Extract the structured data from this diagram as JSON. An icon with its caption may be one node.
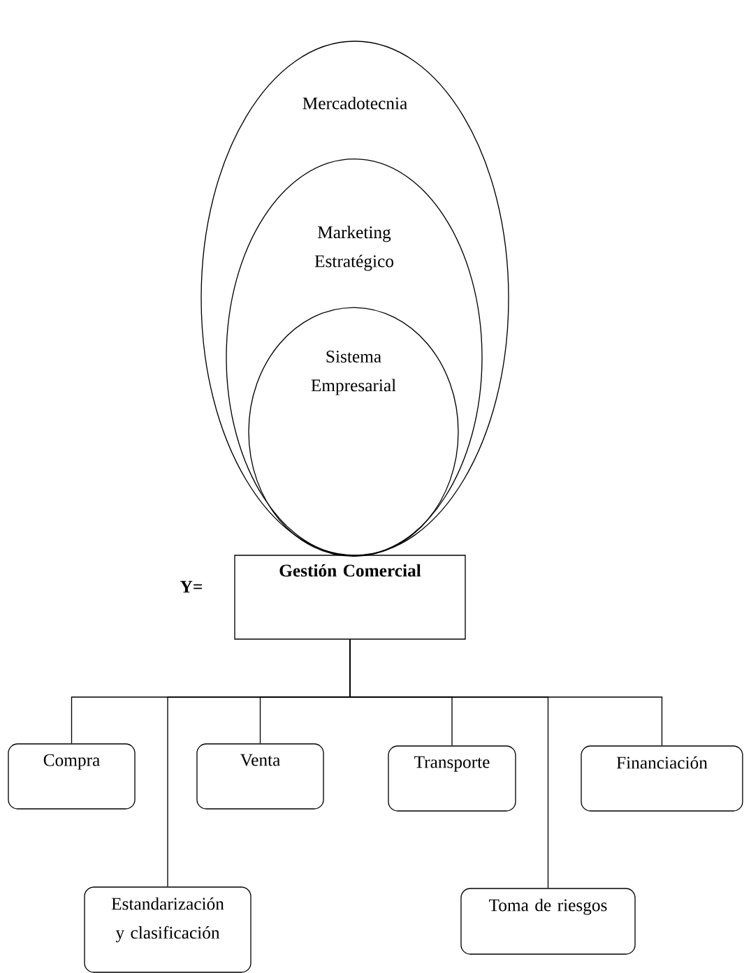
{
  "diagram": {
    "nodes": [
      {
        "text": [
          "Mercadotecnia"
        ]
      },
      {
        "text": [
          "Marketing Estratégico"
        ],
        "in": 0
      },
      {
        "text": [
          "Sistema Empresarial"
        ],
        "in": 1
      },
      {
        "text": [
          "Gestión Comercial"
        ],
        "beside": [
          "Y="
        ]
      },
      {
        "text": [
          "Compra"
        ]
      },
      {
        "text": [
          "Estandarización y clasificación"
        ]
      },
      {
        "text": [
          "Venta"
        ]
      },
      {
        "text": [
          "Transporte"
        ]
      },
      {
        "text": [
          "Toma de riesgos"
        ]
      },
      {
        "text": [
          "Financiación"
        ]
      }
    ],
    "edges": [
      {
        "from": 3,
        "to": 4,
        "arrow": "none"
      },
      {
        "from": 3,
        "to": 5,
        "arrow": "none"
      },
      {
        "from": 3,
        "to": 6,
        "arrow": "none"
      },
      {
        "from": 3,
        "to": 7,
        "arrow": "none"
      },
      {
        "from": 3,
        "to": 8,
        "arrow": "none"
      },
      {
        "from": 3,
        "to": 9,
        "arrow": "none"
      }
    ]
  }
}
